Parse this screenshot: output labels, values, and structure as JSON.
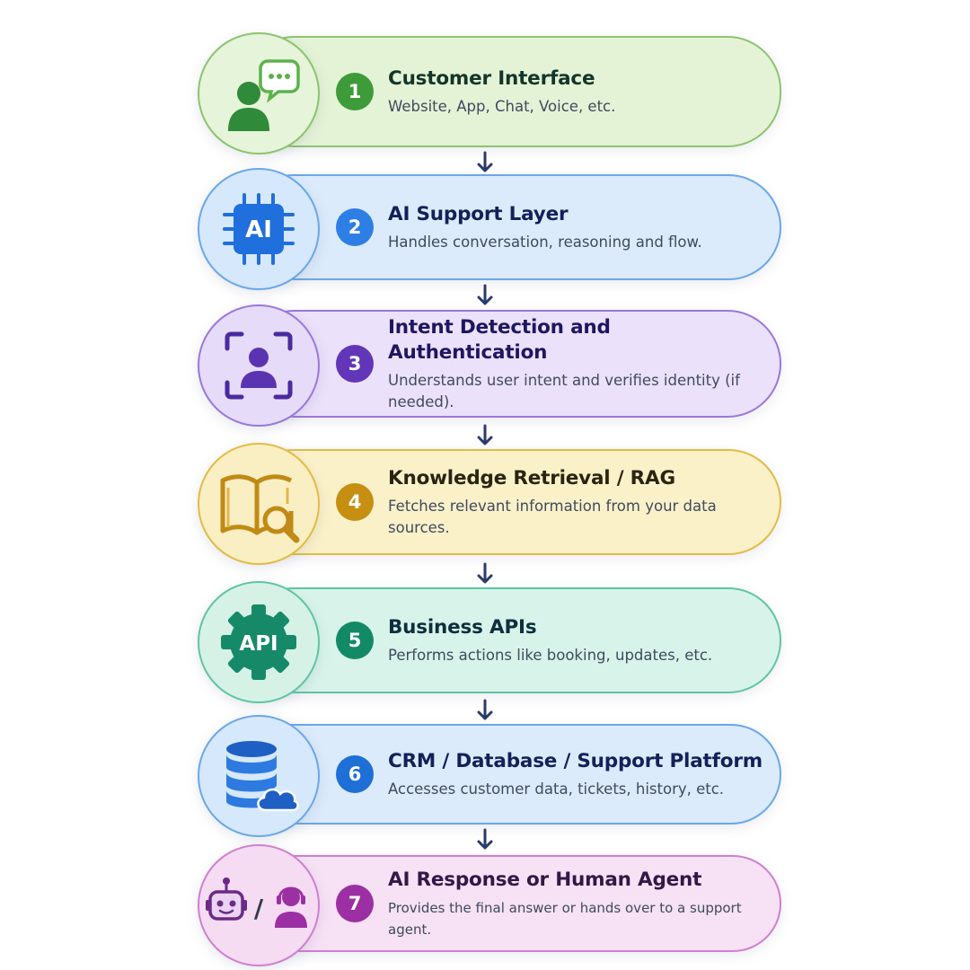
{
  "steps": [
    {
      "number": "1",
      "title": "Customer Interface",
      "description": "Website, App, Chat, Voice, etc.",
      "icon": "customer-chat-icon",
      "color": "#3d9b3a"
    },
    {
      "number": "2",
      "title": "AI Support Layer",
      "description": "Handles conversation, reasoning and flow.",
      "icon": "ai-chip-icon",
      "icon_text": "AI",
      "color": "#2d7fe6"
    },
    {
      "number": "3",
      "title": "Intent Detection and Authentication",
      "description": "Understands user intent and verifies identity (if needed).",
      "icon": "face-scan-icon",
      "color": "#6236b8"
    },
    {
      "number": "4",
      "title": "Knowledge Retrieval / RAG",
      "description": "Fetches relevant information from your data sources.",
      "icon": "book-search-icon",
      "color": "#c68f12"
    },
    {
      "number": "5",
      "title": "Business APIs",
      "description": "Performs actions like booking, updates, etc.",
      "icon": "api-gear-icon",
      "icon_text": "API",
      "color": "#138a66"
    },
    {
      "number": "6",
      "title": "CRM / Database / Support Platform",
      "description": "Accesses customer data, tickets, history, etc.",
      "icon": "database-cloud-icon",
      "color": "#1e6fd6"
    },
    {
      "number": "7",
      "title": "AI Response or Human Agent",
      "description": "Provides the final answer or hands over to a support agent.",
      "icon": "robot-or-agent-icon",
      "icon_text": "/",
      "color": "#9b2fa3"
    }
  ],
  "arrow_color": "#2b3a6b"
}
